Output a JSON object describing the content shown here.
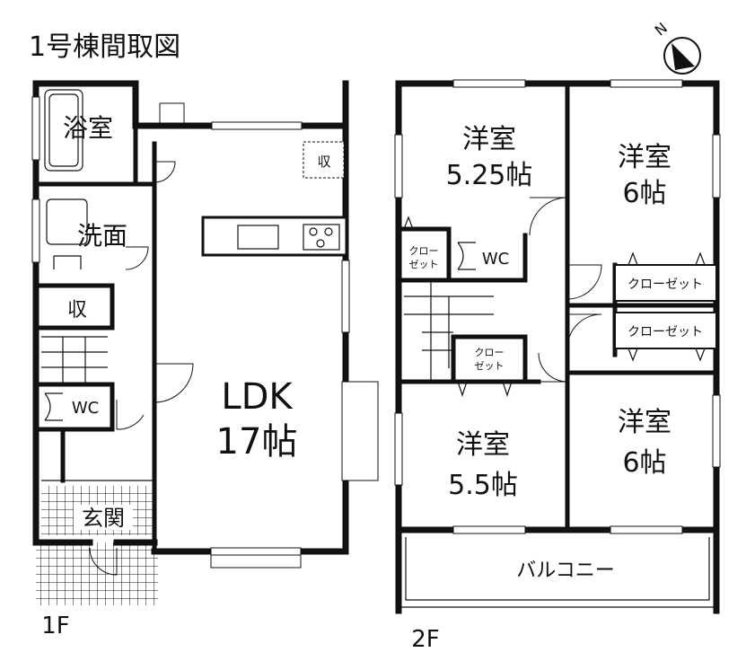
{
  "title": "1号棟間取図",
  "compass": {
    "label": "N",
    "icon": "north-arrow-icon"
  },
  "floors": [
    {
      "label": "1F",
      "rooms": [
        {
          "name": "浴室"
        },
        {
          "name": "洗面"
        },
        {
          "name": "収"
        },
        {
          "name": "WC"
        },
        {
          "name": "玄関"
        },
        {
          "name": "LDK",
          "size": "17帖"
        },
        {
          "name": "収"
        }
      ]
    },
    {
      "label": "2F",
      "rooms": [
        {
          "name": "洋室",
          "size": "5.25帖"
        },
        {
          "name": "洋室",
          "size": "6帖"
        },
        {
          "name": "洋室",
          "size": "5.5帖"
        },
        {
          "name": "洋室",
          "size": "6帖"
        },
        {
          "name": "クロー",
          "name2": "ゼット"
        },
        {
          "name": "WC"
        },
        {
          "name": "クロー",
          "name2": "ゼット"
        },
        {
          "name": "クローゼット"
        },
        {
          "name": "クローゼット"
        },
        {
          "name": "バルコニー"
        }
      ]
    }
  ]
}
